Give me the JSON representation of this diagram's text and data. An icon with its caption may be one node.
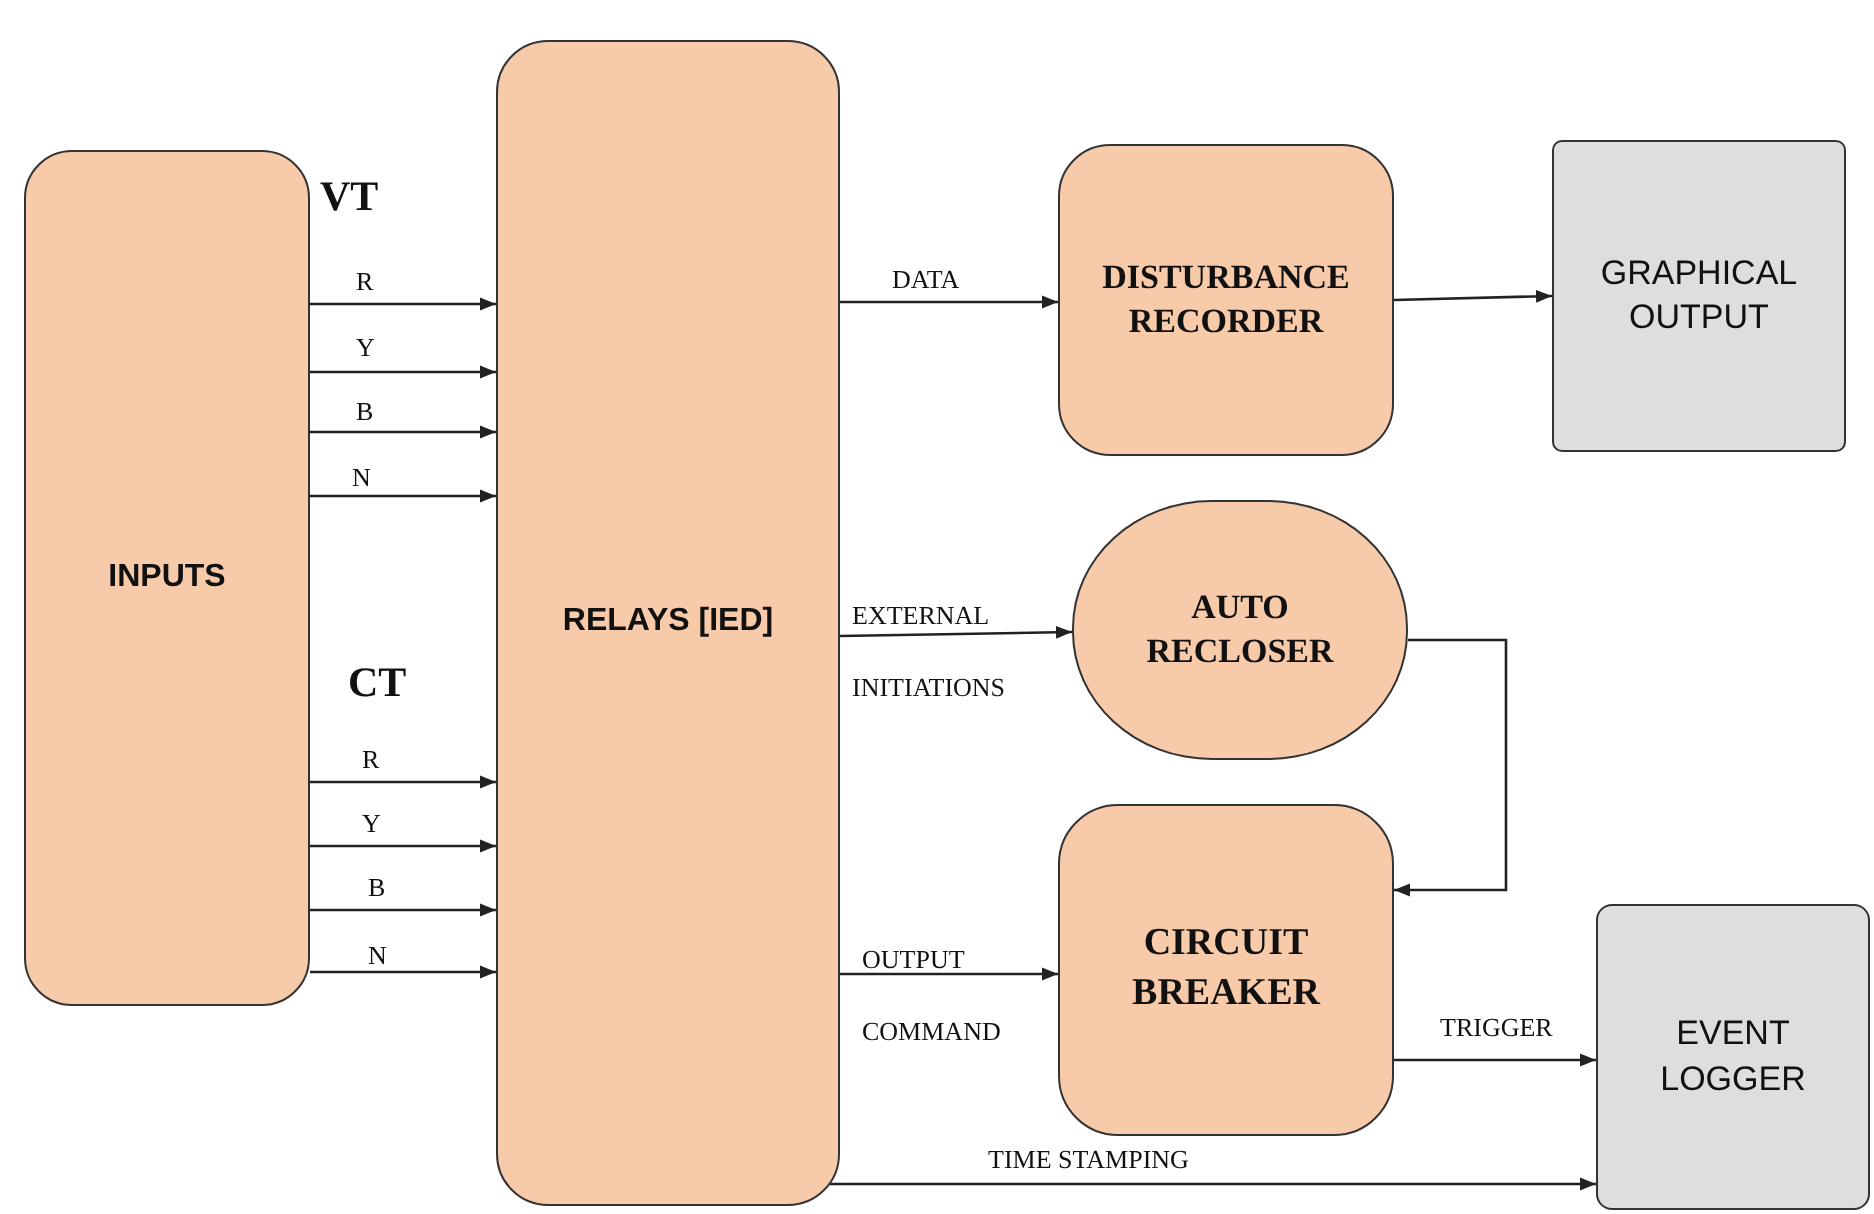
{
  "diagram": {
    "nodes": [
      {
        "text": [
          "INPUTS"
        ]
      },
      {
        "text": [
          "RELAYS [IED]"
        ]
      },
      {
        "text": [
          "DISTURBANCE RECORDER"
        ]
      },
      {
        "text": [
          "GRAPHICAL OUTPUT"
        ]
      },
      {
        "text": [
          "AUTO RECLOSER"
        ]
      },
      {
        "text": [
          "CIRCUIT BREAKER"
        ]
      },
      {
        "text": [
          "EVENT LOGGER"
        ]
      }
    ],
    "edges": [
      {
        "from": 0,
        "to": 1,
        "arrow": "to",
        "label": "R"
      },
      {
        "from": 0,
        "to": 1,
        "arrow": "to",
        "label": "Y"
      },
      {
        "from": 0,
        "to": 1,
        "arrow": "to",
        "label": "B"
      },
      {
        "from": 0,
        "to": 1,
        "arrow": "to",
        "label": "N"
      },
      {
        "from": 0,
        "to": 1,
        "arrow": "to",
        "label": "R"
      },
      {
        "from": 0,
        "to": 1,
        "arrow": "to",
        "label": "Y"
      },
      {
        "from": 0,
        "to": 1,
        "arrow": "to",
        "label": "B"
      },
      {
        "from": 0,
        "to": 1,
        "arrow": "to",
        "label": "N"
      },
      {
        "from": 1,
        "to": 2,
        "arrow": "to",
        "label": "DATA"
      },
      {
        "from": 2,
        "to": 3,
        "arrow": "to"
      },
      {
        "from": 1,
        "to": 4,
        "arrow": "to",
        "label": "EXTERNAL INITIATIONS"
      },
      {
        "from": 4,
        "to": 5,
        "arrow": "to"
      },
      {
        "from": 1,
        "to": 5,
        "arrow": "to",
        "label": "OUTPUT COMMAND"
      },
      {
        "from": 5,
        "to": 6,
        "arrow": "to",
        "label": "TRIGGER"
      },
      {
        "from": 1,
        "to": 6,
        "arrow": "to",
        "label": "TIME STAMPING"
      }
    ],
    "labels": [
      "VT",
      "CT"
    ]
  }
}
